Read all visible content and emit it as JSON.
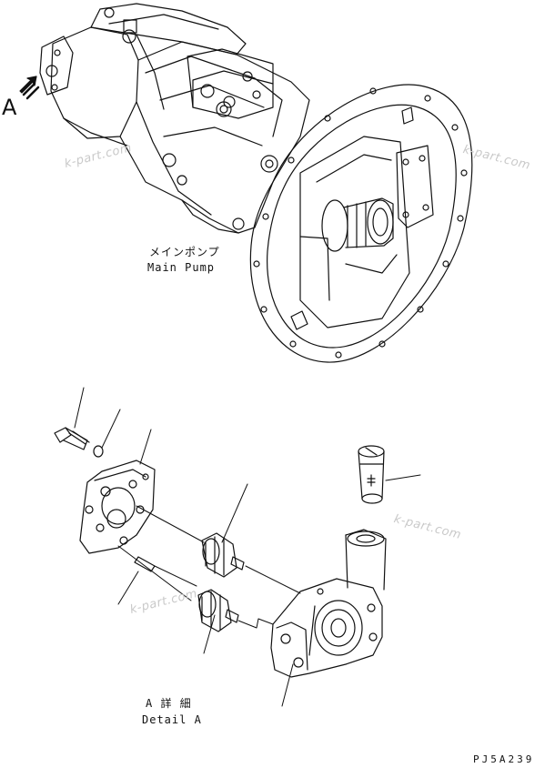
{
  "view_letter": "A",
  "main_pump": {
    "label_jp": "メインポンプ",
    "label_en": "Main Pump"
  },
  "detail": {
    "label_jp": "A 詳 細",
    "label_en": "Detail A"
  },
  "drawing_code": "PJ5A239",
  "watermark": "k-part.com",
  "colors": {
    "line": "#111111",
    "watermark": "#c9c9c9"
  }
}
